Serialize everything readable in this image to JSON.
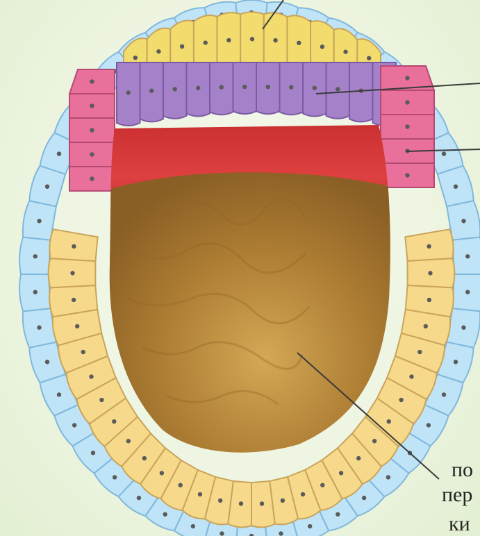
{
  "figure": {
    "regions": [
      "outer-ectoderm-layer",
      "yellow-cap-cells",
      "purple-cells",
      "pink-cells",
      "red-zone",
      "inner-yellow-layer",
      "yolk-cavity"
    ],
    "colors": {
      "outer_cell": "#bfe3f7",
      "outer_cell_edge": "#7fb8dc",
      "yellow_cell": "#f6d98a",
      "yellow_cap": "#f3dc6e",
      "cell_edge": "#c9a45a",
      "purple_cell": "#a581c9",
      "purple_edge": "#7a5aa3",
      "pink_cell": "#e8709a",
      "pink_edge": "#b44a72",
      "red_zone": "#d83a3a",
      "yolk": "#a8782e",
      "nucleus": "#5b5b5b"
    }
  },
  "labels": {
    "line1": "по",
    "line2": "пер",
    "line3": "ки"
  }
}
